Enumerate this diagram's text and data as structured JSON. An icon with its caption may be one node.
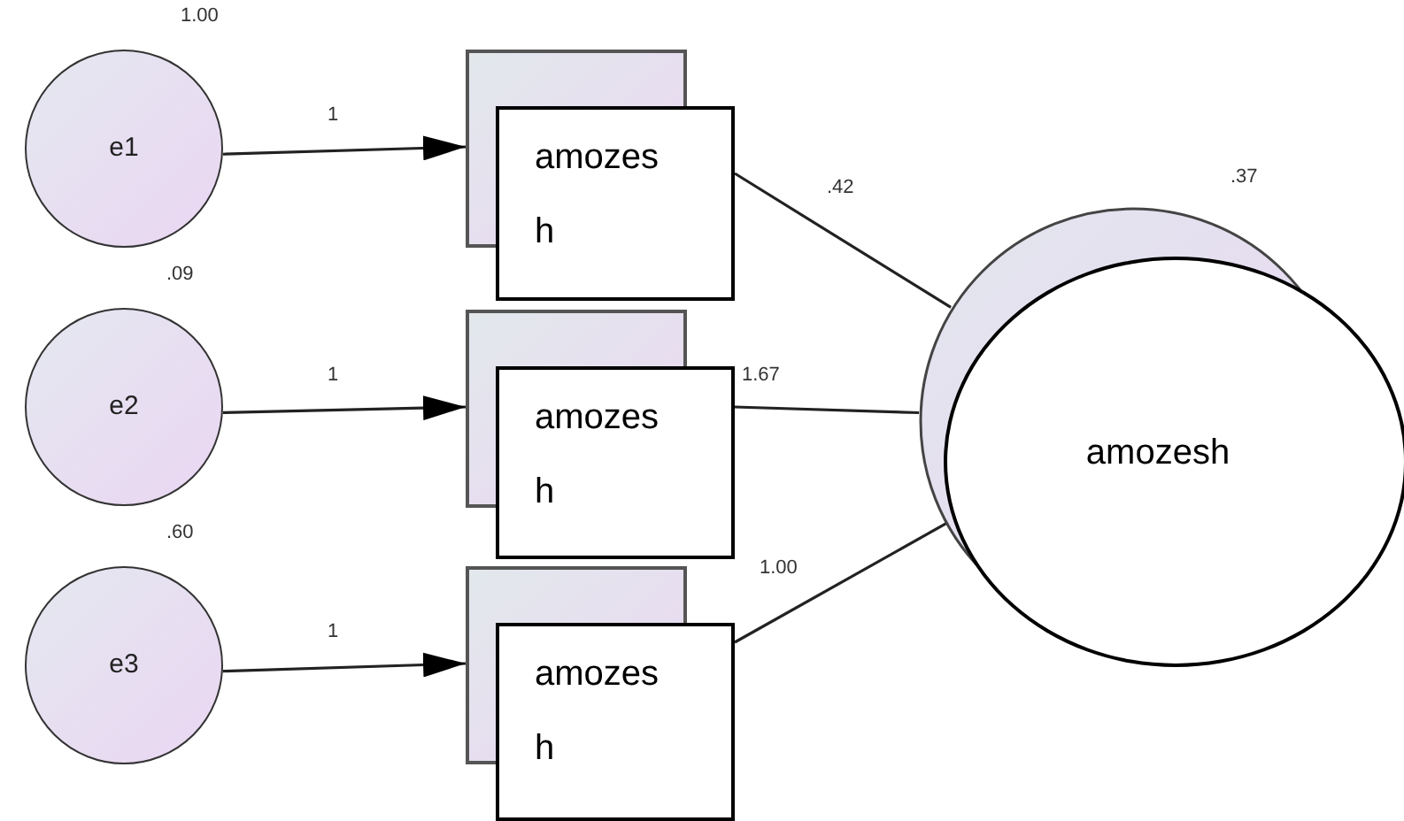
{
  "diagram": {
    "nodes": [
      {
        "text": [
          "e1"
        ],
        "beside": [
          "1.00"
        ]
      },
      {
        "text": [
          "e2"
        ],
        "beside": [
          ".09"
        ]
      },
      {
        "text": [
          "e3"
        ],
        "beside": [
          ".60"
        ]
      },
      {
        "text": [
          "amozes h"
        ]
      },
      {
        "text": [
          "amozes h"
        ]
      },
      {
        "text": [
          "amozes h"
        ]
      },
      {
        "text": [
          "amozesh"
        ],
        "beside": [
          ".37"
        ]
      }
    ],
    "edges": [
      {
        "from": 0,
        "to": 3,
        "arrow": "to",
        "label": "1"
      },
      {
        "from": 1,
        "to": 4,
        "arrow": "to",
        "label": "1"
      },
      {
        "from": 2,
        "to": 5,
        "arrow": "to",
        "label": "1"
      },
      {
        "from": 3,
        "to": 6,
        "arrow": "none",
        "label": ".42"
      },
      {
        "from": 4,
        "to": 6,
        "arrow": "none",
        "label": "1.67"
      },
      {
        "from": 5,
        "to": 6,
        "arrow": "none",
        "label": "1.00"
      }
    ]
  }
}
